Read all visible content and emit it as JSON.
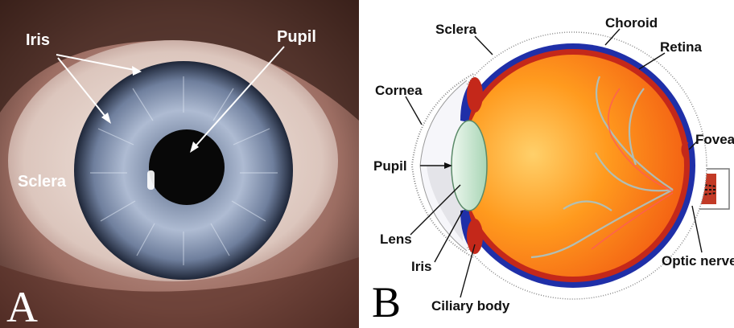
{
  "panel_a": {
    "letter": "A",
    "labels": {
      "iris": "Iris",
      "pupil": "Pupil",
      "sclera": "Sclera"
    }
  },
  "panel_b": {
    "letter": "B",
    "labels": {
      "sclera": "Sclera",
      "choroid": "Choroid",
      "retina": "Retina",
      "cornea": "Cornea",
      "fovea": "Fovea",
      "pupil": "Pupil",
      "lens": "Lens",
      "iris": "Iris",
      "optic_nerve": "Optic nerve",
      "ciliary_body": "Ciliary body"
    }
  }
}
